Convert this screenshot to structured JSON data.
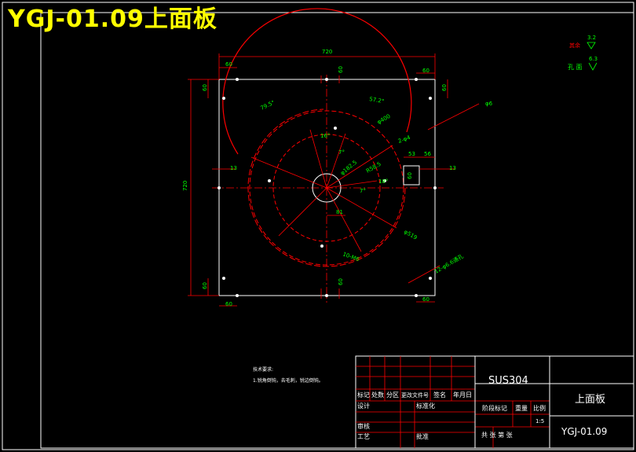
{
  "title": "YGJ-01.09上面板",
  "dimensions": {
    "overall_width": "720",
    "overall_height": "720",
    "edge_60_top_left": "60",
    "edge_60_top_right": "60",
    "edge_60_bottom_left": "60",
    "edge_60_bottom_right": "60",
    "left_60_top": "60",
    "left_60_bottom": "60",
    "right_60_top": "60",
    "center_top": "60",
    "center_bottom": "60",
    "slot_60": "60",
    "dim_53": "53",
    "dim_56": "56",
    "dim_13_left": "13",
    "dim_13_right": "13",
    "dim_81": "81",
    "angle_79_5": "79.5°",
    "angle_57_2": "57.2°",
    "angle_16": "16°",
    "angle_7a": "7°",
    "angle_7b": "7°",
    "angle_18": "18°",
    "d_phi_400": "φ400",
    "d_phi_519": "φ519",
    "d_phi_182": "φ182.5",
    "r_58": "R58.5",
    "holes_2": "2-φ4",
    "holes_10": "10-M6",
    "holes_12": "12-φ6.6通孔",
    "phi_6": "φ6"
  },
  "roughness": {
    "row1_label": "其余",
    "row1_value": "3.2",
    "row2_label": "孔 面",
    "row2_value": "6.3"
  },
  "notes": {
    "heading": "技术要求:",
    "line1": "1.锐角倒钝，去毛刺，锐边倒钝。"
  },
  "title_block": {
    "material": "SUS304",
    "part_name": "上面板",
    "drawing_no": "YGJ-01.09",
    "scale": "1:5",
    "col_biaoji": "标记",
    "col_chushu": "处数",
    "col_fenqu": "分区",
    "col_gengai": "更改文件号",
    "col_qianming": "签名",
    "col_date": "年月日",
    "row_sheji": "设计",
    "row_biaozhunhua": "标准化",
    "row_jieduan": "阶段标记",
    "row_zhongliang": "重量",
    "row_bili": "比例",
    "row_shenhe": "审核",
    "row_gongyi": "工艺",
    "row_pizhun": "批准",
    "row_gongzhang": "共  张  第  张"
  },
  "colors": {
    "outline": "#ffffff",
    "dimension": "#ff0000",
    "dim_text": "#00ff00",
    "title": "#ffff00",
    "background": "#000000"
  }
}
